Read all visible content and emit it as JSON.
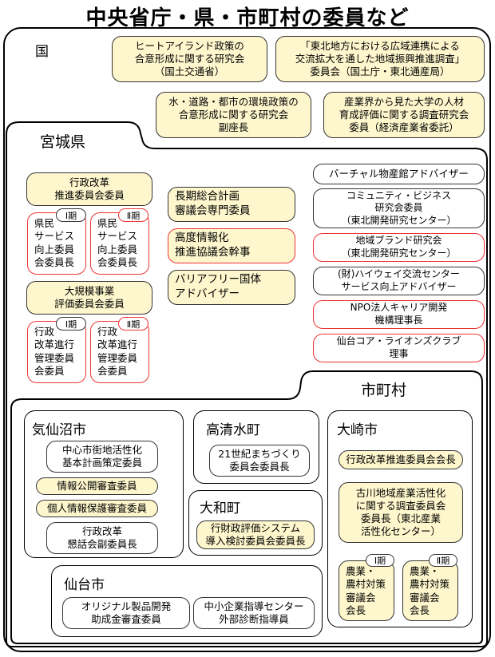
{
  "title": "中央省庁・県・市町村の委員など",
  "national": {
    "label": "国",
    "items": [
      "ヒートアイランド政策の\n合意形成に関する研究会\n（国土交通省）",
      "「東北地方における広域連携による\n交流拡大を通した地域振興推進調査」\n委員会（国土庁・東北通産局）",
      "水・道路・都市の環境政策の\n合意形成に関する研究会\n副座長",
      "産業界から見た大学の人材\n育成評価に関する調査研究会\n委員（経済産業省委託）"
    ]
  },
  "prefecture": {
    "label": "宮城県",
    "gyosei": "行政改革\n推進委員会委員",
    "kenmin_1_tag": "Ⅰ期",
    "kenmin_1": "県民\nサービス\n向上委員\n会委員長",
    "kenmin_2_tag": "Ⅱ期",
    "kenmin_2": "県民\nサービス\n向上委員\n会委員長",
    "daikibo": "大規模事業\n評価委員会委員",
    "kanri_1_tag": "Ⅰ期",
    "kanri_1": "行政\n改革進行\n管理委員\n会委員",
    "kanri_2_tag": "Ⅱ期",
    "kanri_2": "行政\n改革進行\n管理委員\n会委員",
    "middle": [
      "長期総合計画\n審議会専門委員",
      "高度情報化\n推進協議会幹事",
      "バリアフリー国体\nアドバイザー"
    ],
    "right": [
      "バーチャル物産館アドバイザー",
      "コミュニティ・ビジネス\n研究会委員\n（東北開発研究センター）",
      "地域ブランド研究会\n（東北開発研究センター）",
      "(財)ハイウェイ交流センター\nサービス向上アドバイザー",
      "NPO法人キャリア開発\n機構理事長",
      "仙台コア・ライオンズクラブ\n理事"
    ]
  },
  "municipal": {
    "label": "市町村",
    "kesennuma": {
      "label": "気仙沼市",
      "items": [
        "中心市街地活性化\n基本計画策定委員",
        "情報公開審査委員",
        "個人情報保護審査委員",
        "行政改革\n懇話会副委員長"
      ]
    },
    "takashimizu": {
      "label": "高清水町",
      "items": [
        "21世紀まちづくり\n委員会委員長"
      ]
    },
    "daiwa": {
      "label": "大和町",
      "items": [
        "行財政評価システム\n導入検討委員会委員長"
      ]
    },
    "osaki": {
      "label": "大崎市",
      "items": [
        "行政改革推進委員会会長",
        "古川地域産業活性化\nに関する調査委員会\n委員長（東北産業\n活性化センター）"
      ],
      "noson_1_tag": "Ⅰ期",
      "noson_1": "農業・\n農村対策\n審議会\n会長",
      "noson_2_tag": "Ⅱ期",
      "noson_2": "農業・\n農村対策\n審議会\n会長"
    },
    "sendai": {
      "label": "仙台市",
      "items": [
        "オリジナル製品開発\n助成金審査委員",
        "中小企業指導センター\n外部診断指導員"
      ]
    }
  }
}
